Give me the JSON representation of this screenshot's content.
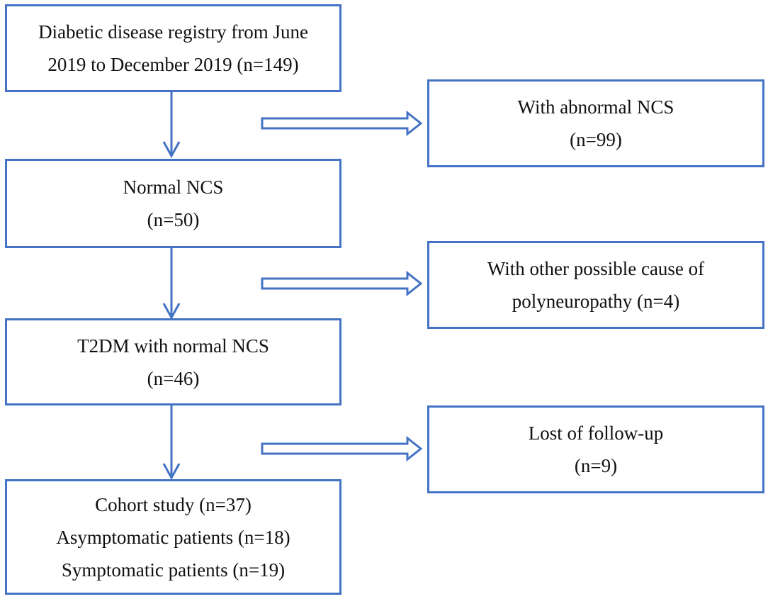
{
  "flowchart": {
    "main_boxes": [
      {
        "lines": [
          "Diabetic disease registry from June",
          "2019 to December 2019 (n=149)"
        ]
      },
      {
        "lines": [
          "Normal NCS",
          "(n=50)"
        ]
      },
      {
        "lines": [
          "T2DM with normal NCS",
          "(n=46)"
        ]
      },
      {
        "lines": [
          "Cohort study (n=37)",
          "Asymptomatic patients (n=18)",
          "Symptomatic patients (n=19)"
        ]
      }
    ],
    "exclusion_boxes": [
      {
        "lines": [
          "With abnormal NCS",
          "(n=99)"
        ]
      },
      {
        "lines": [
          "With other possible cause of",
          "polyneuropathy (n=4)"
        ]
      },
      {
        "lines": [
          "Lost of follow-up",
          "(n=9)"
        ]
      }
    ],
    "colors": {
      "border": "#4472c4",
      "arrow": "#4472c4",
      "text": "#111111"
    }
  }
}
